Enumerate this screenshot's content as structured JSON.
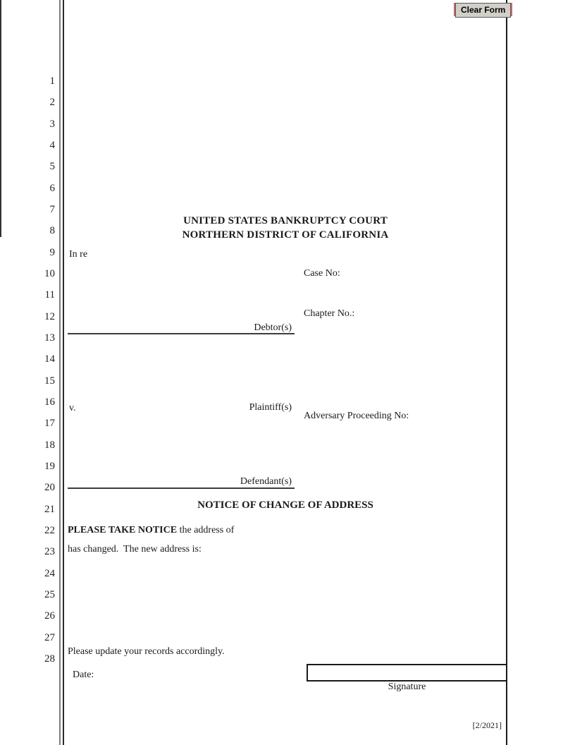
{
  "page": {
    "footer_version": "[2/2021]"
  },
  "clear_form_button": {
    "label": "Clear Form",
    "border_color": "#c66a6a",
    "face_color": "#d2cfc9"
  },
  "line_numbers": [
    "1",
    "2",
    "3",
    "4",
    "5",
    "6",
    "7",
    "8",
    "9",
    "10",
    "11",
    "12",
    "13",
    "14",
    "15",
    "16",
    "17",
    "18",
    "19",
    "20",
    "21",
    "22",
    "23",
    "24",
    "25",
    "26",
    "27",
    "28"
  ],
  "court_header": {
    "line1": "UNITED STATES BANKRUPTCY COURT",
    "line2": "NORTHERN DISTRICT OF CALIFORNIA"
  },
  "caption": {
    "in_re_label": "In re",
    "debtor_label": "Debtor(s)",
    "versus_label": "v.",
    "plaintiff_label": "Plaintiff(s)",
    "defendant_label": "Defendant(s)",
    "case_no_label": "Case No:",
    "chapter_no_label": "Chapter No.:",
    "adversary_label": "Adversary Proceeding No:"
  },
  "notice": {
    "heading": "NOTICE OF CHANGE OF ADDRESS",
    "take_notice_bold": "PLEASE TAKE NOTICE",
    "take_notice_rest": " the address of",
    "changed_line": "has changed.  The new address is:",
    "update_line": "Please update your records accordingly.",
    "date_label": "Date:",
    "signature_label": "Signature"
  }
}
